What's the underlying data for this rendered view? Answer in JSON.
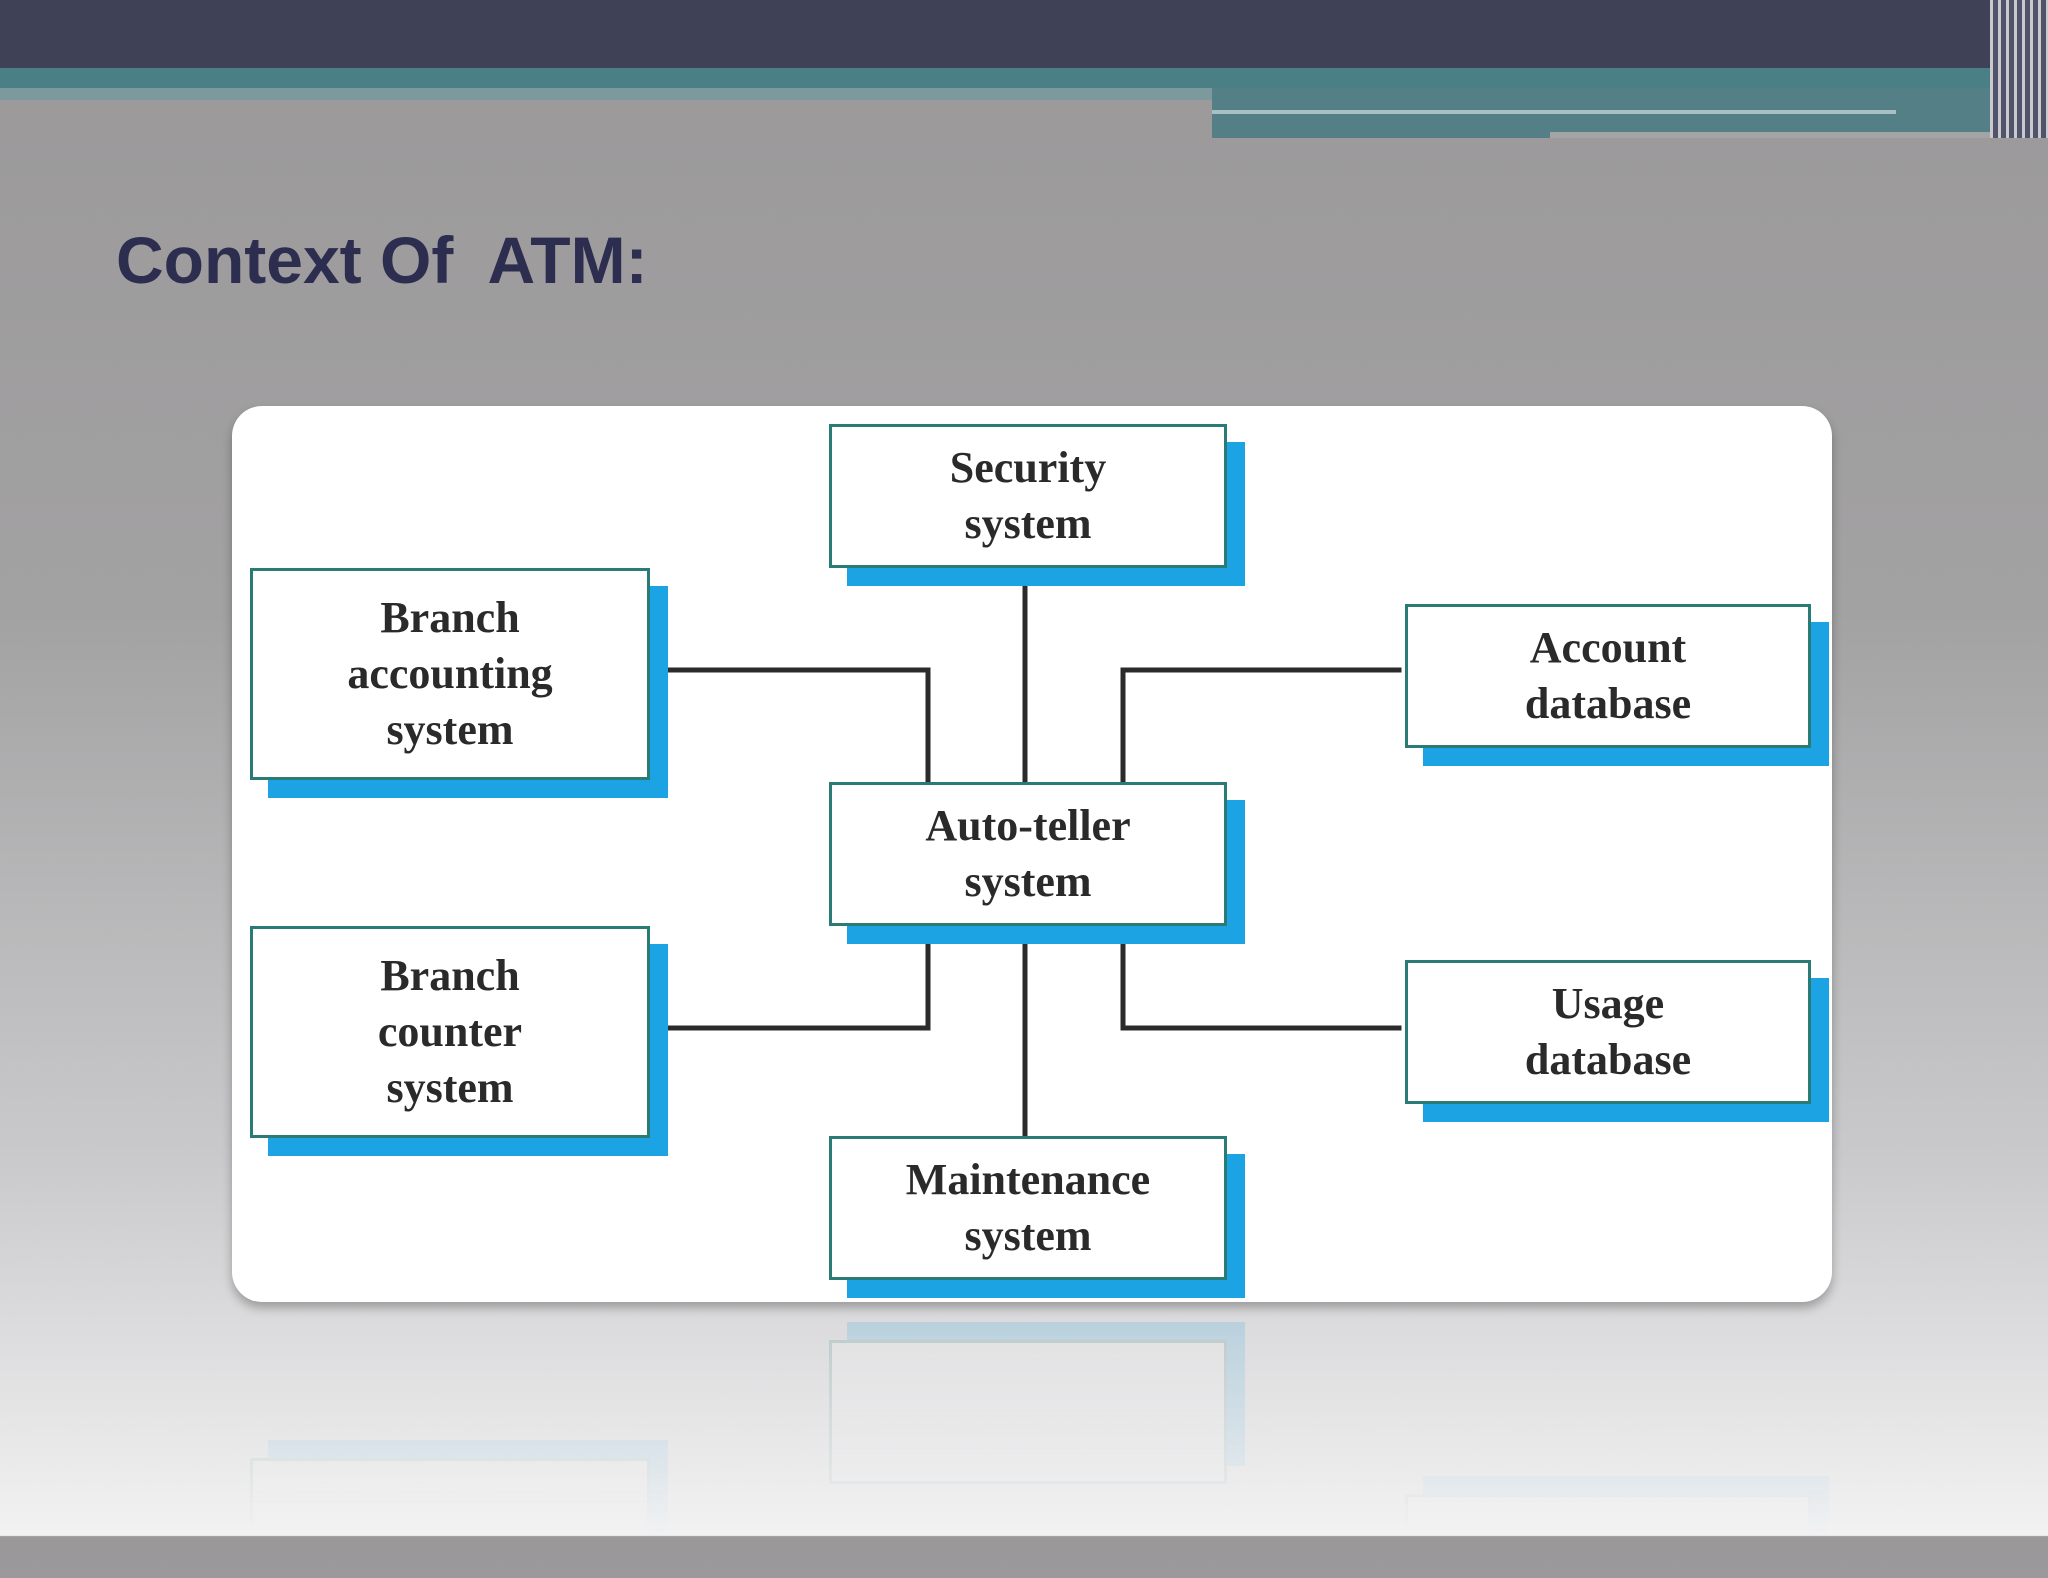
{
  "slide": {
    "title": "Context Of  ATM:"
  },
  "diagram": {
    "nodes": {
      "security": "Security\nsystem",
      "branch_accounting": "Branch\naccounting\nsystem",
      "account_database": "Account\ndatabase",
      "auto_teller": "Auto-teller\nsystem",
      "branch_counter": "Branch\ncounter\nsystem",
      "usage_database": "Usage\ndatabase",
      "maintenance": "Maintenance\nsystem"
    },
    "edges": [
      [
        "auto_teller",
        "security"
      ],
      [
        "auto_teller",
        "branch_accounting"
      ],
      [
        "auto_teller",
        "account_database"
      ],
      [
        "auto_teller",
        "branch_counter"
      ],
      [
        "auto_teller",
        "usage_database"
      ],
      [
        "auto_teller",
        "maintenance"
      ]
    ]
  },
  "colors": {
    "header_bar": "#3f4256",
    "teal_stripe": "#4a7f86",
    "title_text": "#2d2d50",
    "box_border": "#2a7b75",
    "box_shadow": "#1ca3e4",
    "connector": "#2b2b2b"
  }
}
